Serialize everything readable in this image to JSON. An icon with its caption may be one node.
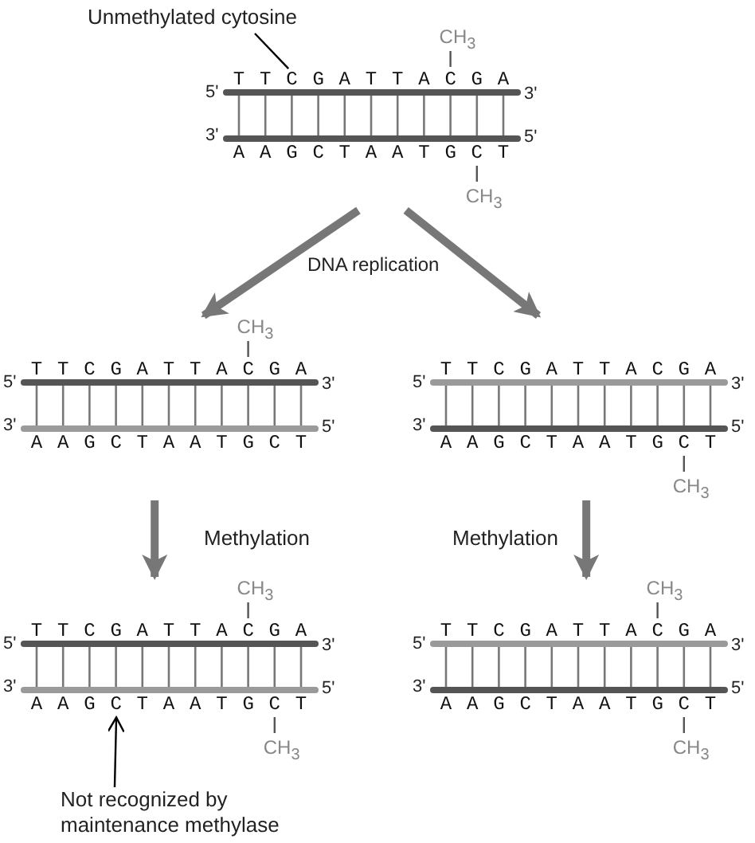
{
  "diagram": {
    "nodes": [
      {
        "text": [
          "Unmethylated cytosine"
        ]
      },
      {
        "text": [
          "CH$_{3}$",
          "TTCGATTACGA",
          "5'",
          "3'",
          "3'",
          "AAGCTAATGCT",
          "5'",
          "CH$_{3}$"
        ]
      },
      {
        "text": [
          "CH$_{3}$",
          "TTCGATTACGA",
          "5'",
          "3'",
          "3'",
          "AAGCTAATGCT",
          "5'"
        ]
      },
      {
        "text": [
          "TTCGATTACGA",
          "5'",
          "3'",
          "3'",
          "AAGCTAATGCT",
          "5'",
          "CH$_{3}$"
        ]
      },
      {
        "text": [
          "CH$_{3}$",
          "TTCGATTACGA",
          "5'",
          "3'",
          "3'",
          "AAGCTAATGCT",
          "5'",
          "CH$_{3}$"
        ]
      },
      {
        "text": [
          "CH$_{3}$",
          "TTCGATTACGA",
          "5'",
          "3'",
          "3'",
          "AAGCTAATGCT",
          "5'",
          "CH$_{3}$"
        ]
      },
      {
        "text": [
          "Not recognized by maintenance methylase"
        ]
      }
    ],
    "edges": [
      {
        "from": 0,
        "to": 1,
        "arrow": "none",
        "color": "#000000"
      },
      {
        "from": 1,
        "to": 2,
        "arrow": "to"
      },
      {
        "from": 1,
        "to": 3,
        "arrow": "to"
      },
      {
        "from": 2,
        "to": 4,
        "arrow": "to",
        "label": "Methylation"
      },
      {
        "from": 3,
        "to": 5,
        "arrow": "to",
        "label": "Methylation"
      },
      {
        "from": 6,
        "to": 4,
        "arrow": "to",
        "color": "#000000"
      }
    ],
    "labels": [
      "DNA replication"
    ]
  }
}
